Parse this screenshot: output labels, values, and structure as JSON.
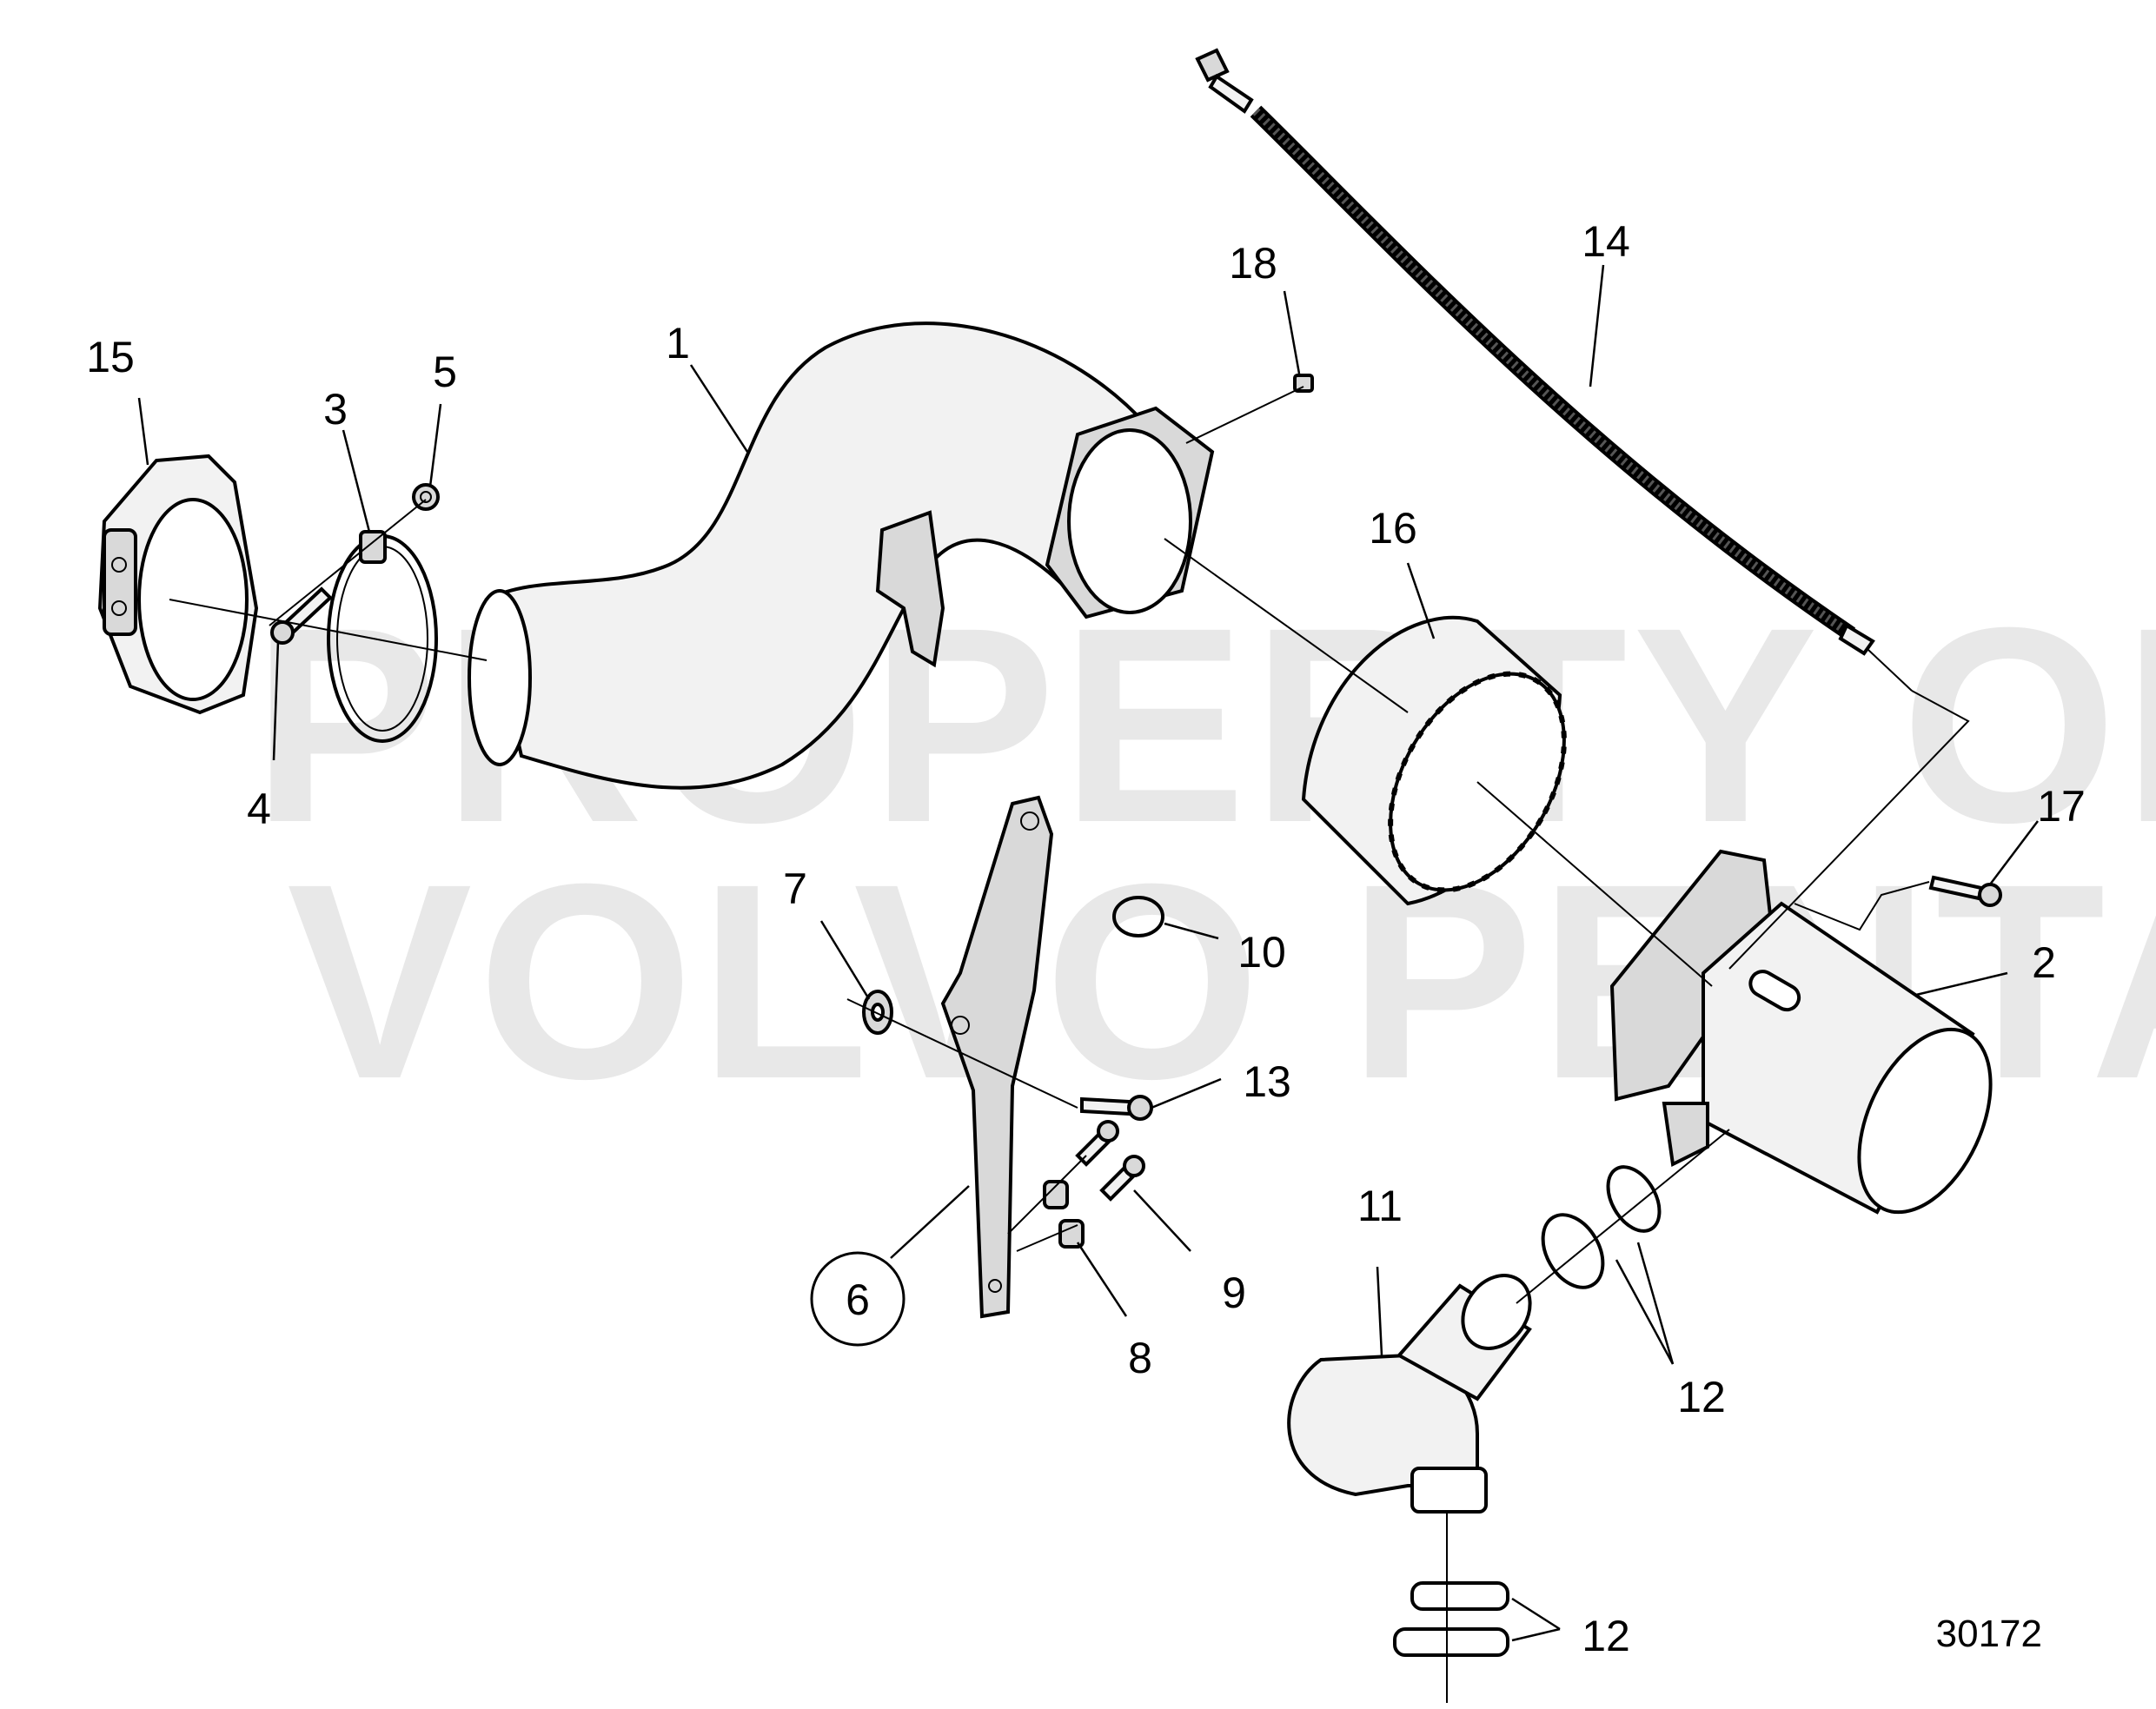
{
  "watermark": {
    "line1": "PROPERTY OF",
    "line2": "VOLVO PENTA"
  },
  "figure_number": "30172",
  "callouts": {
    "c1": "1",
    "c2": "2",
    "c3": "3",
    "c4": "4",
    "c5": "5",
    "c6": "6",
    "c7": "7",
    "c8": "8",
    "c9": "9",
    "c10": "10",
    "c11": "11",
    "c12a": "12",
    "c12b": "12",
    "c13": "13",
    "c14": "14",
    "c15": "15",
    "c16": "16",
    "c17": "17",
    "c18": "18"
  },
  "colors": {
    "part_fill": "#f2f2f2",
    "shade": "#d9d9d9",
    "watermark": "#e8e8e8",
    "ink": "#000000"
  }
}
